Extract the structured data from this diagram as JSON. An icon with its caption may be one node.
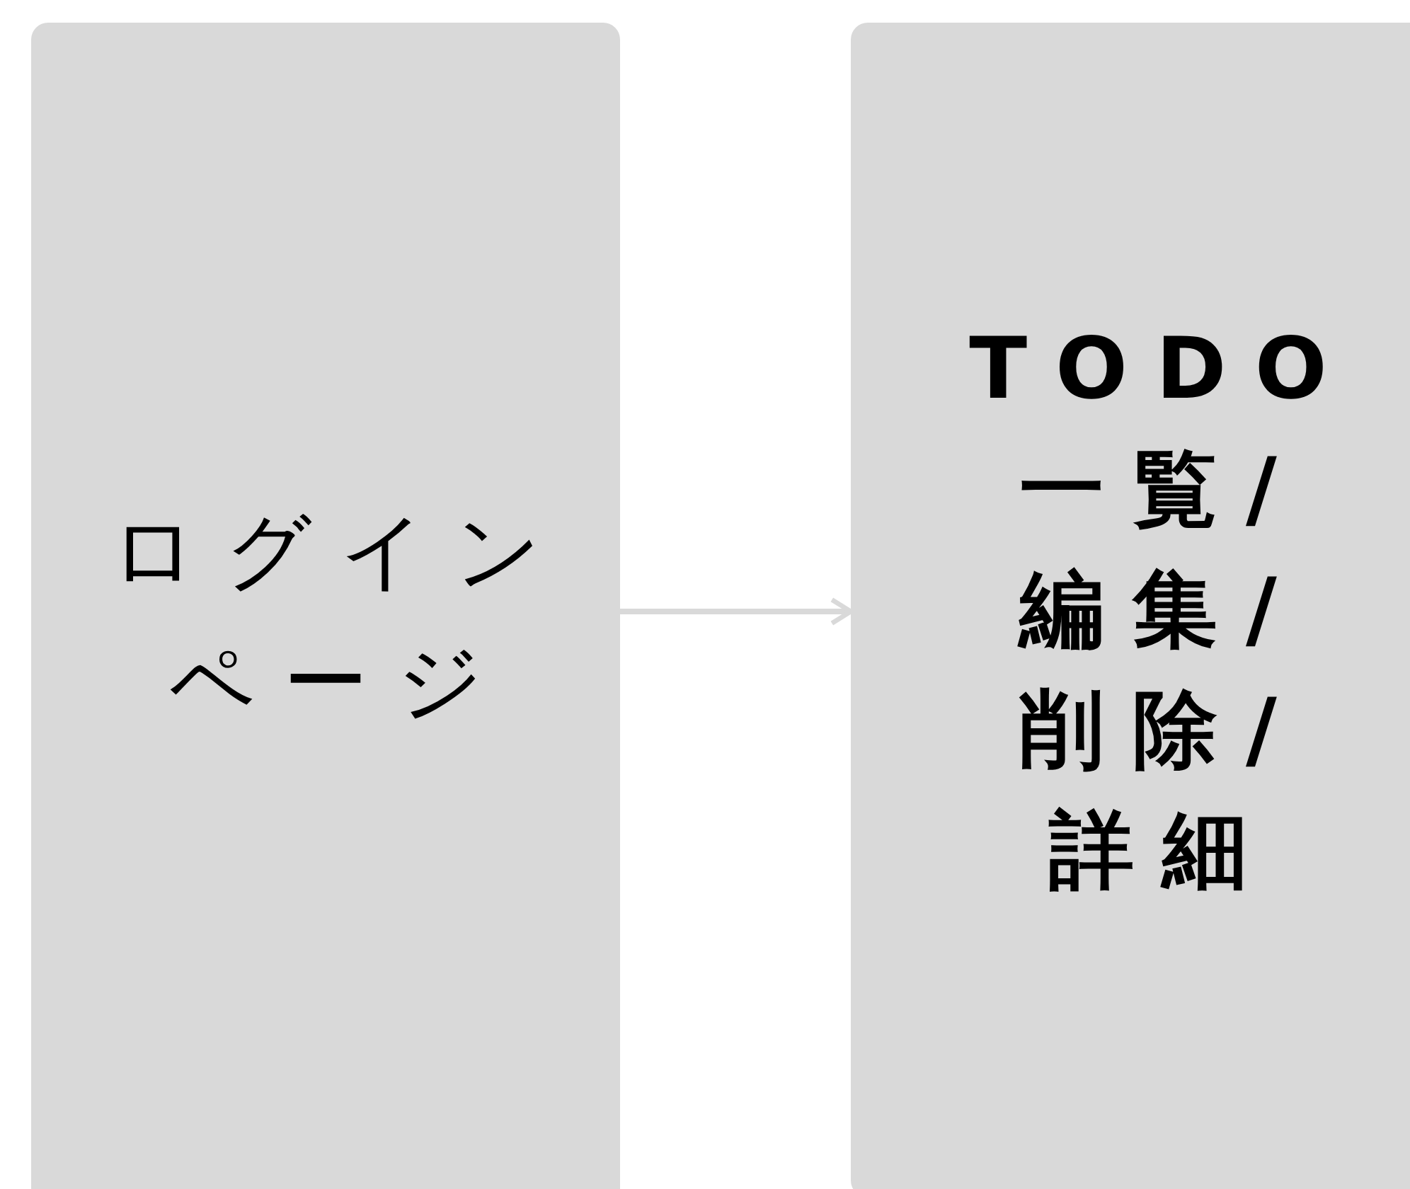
{
  "diagram": {
    "nodes": [
      {
        "text": [
          "ログインページ"
        ]
      },
      {
        "text": [
          "TODO一覧/編集/削除/詳細"
        ]
      }
    ],
    "edges": [
      {
        "from": 0,
        "to": 1,
        "arrow": "to"
      }
    ]
  }
}
